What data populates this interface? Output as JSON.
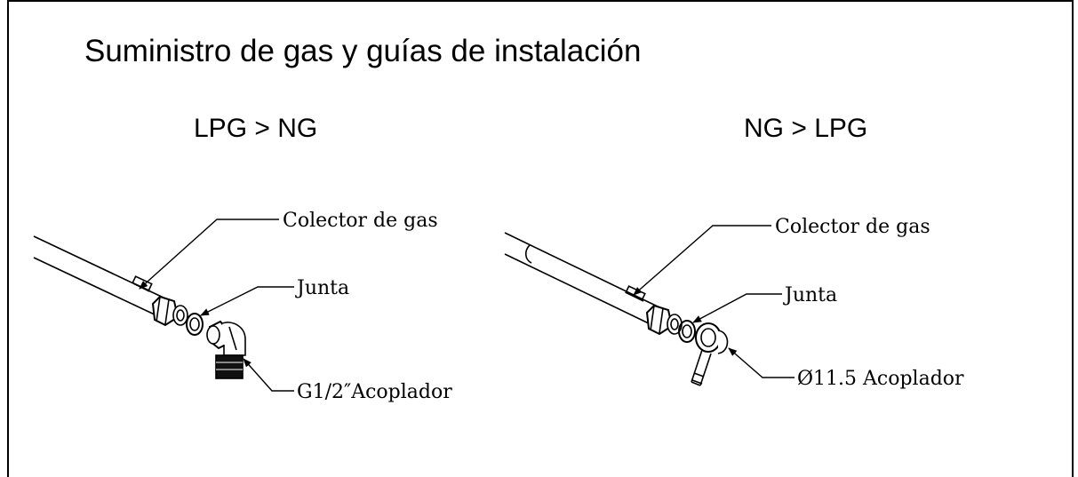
{
  "title": "Suministro de gas y guías de instalación",
  "left_panel": {
    "heading": "LPG > NG",
    "callouts": {
      "manifold": "Colector de gas",
      "gasket": "Junta",
      "coupler": "G1/2″Acoplador"
    }
  },
  "right_panel": {
    "heading": "NG > LPG",
    "callouts": {
      "manifold": "Colector de gas",
      "gasket": "Junta",
      "coupler": "Ø11.5 Acoplador"
    }
  }
}
